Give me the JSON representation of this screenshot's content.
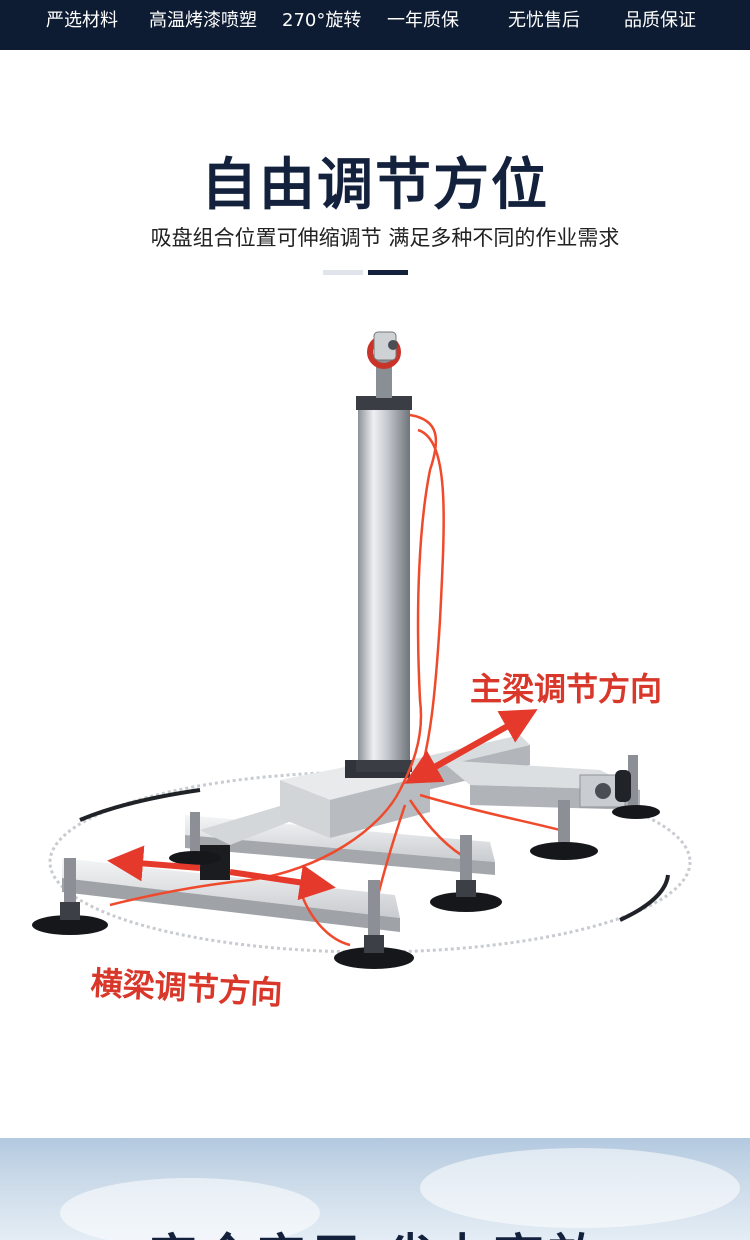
{
  "topbar": {
    "items": [
      "严选材料",
      "高温烤漆喷塑",
      "270°旋转",
      "一年质保",
      "无忧售后",
      "品质保证"
    ]
  },
  "header": {
    "title": "自由调节方位",
    "subtitle": "吸盘组合位置可伸缩调节 满足多种不同的作业需求"
  },
  "illustration": {
    "callout_main": "主梁调节方向",
    "callout_cross": "横梁调节方向"
  },
  "next_section": {
    "title": "安全实用 省力高效"
  },
  "colors": {
    "navy": "#0e1c33",
    "accent_red": "#d9372a",
    "hose": "#ef4a2c"
  }
}
